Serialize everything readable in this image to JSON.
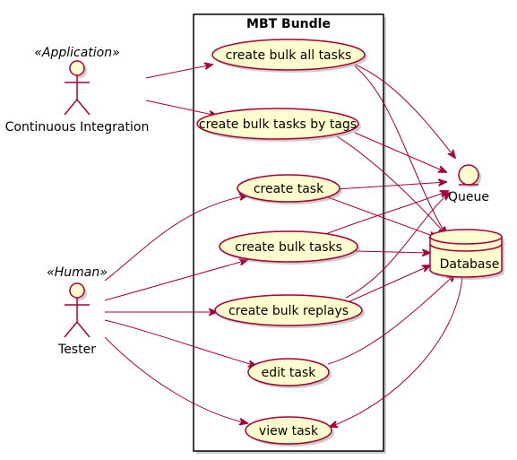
{
  "colors": {
    "stroke": "#A80036",
    "fill": "#FEFECE",
    "frame": "#000000"
  },
  "boundary": {
    "title": "MBT Bundle"
  },
  "actors": {
    "ci": {
      "stereotype": "«Application»",
      "name": "Continuous Integration"
    },
    "tester": {
      "stereotype": "«Human»",
      "name": "Tester"
    }
  },
  "use_cases": {
    "bulk_all": "create bulk all tasks",
    "bulk_tags": "create bulk tasks by tags",
    "create_task": "create task",
    "bulk_tasks": "create bulk tasks",
    "bulk_replays": "create bulk replays",
    "edit_task": "edit task",
    "view_task": "view task"
  },
  "entities": {
    "queue": {
      "name": "Queue",
      "kind": "entity"
    },
    "database": {
      "name": "Database",
      "kind": "database"
    }
  }
}
